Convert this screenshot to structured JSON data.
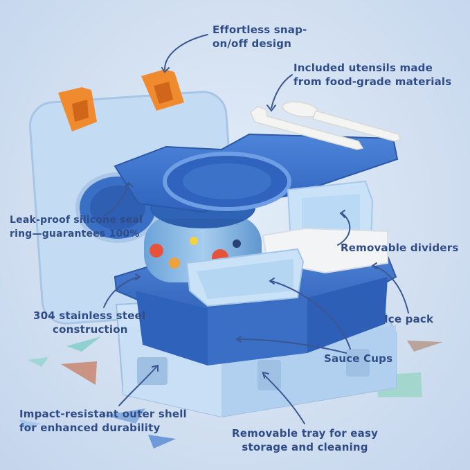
{
  "labels": {
    "snap": [
      "Effortless snap-",
      "on/off design"
    ],
    "utensils": [
      "Included utensils made",
      "from food-grade materials"
    ],
    "seal": [
      "Leak-proof silicone seal",
      "ring—guarantees 100%"
    ],
    "dividers": [
      "Removable dividers"
    ],
    "steel": [
      "304 stainless steel",
      "construction"
    ],
    "icepack": [
      "Ice pack"
    ],
    "sauce": [
      "Sauce Cups"
    ],
    "shell": [
      "Impact-resistant outer shell",
      "for enhanced durability"
    ],
    "tray": [
      "Removable tray for easy",
      "storage and cleaning"
    ]
  },
  "colors": {
    "text": "#2f4c86",
    "outer_shell": "#bcd8f2",
    "tray": "#3f74c9",
    "latch": "#f08a2f",
    "divider": "#c9e2f7",
    "ice_pack": "#f2f4f6",
    "utensils": "#f4f4f2"
  }
}
